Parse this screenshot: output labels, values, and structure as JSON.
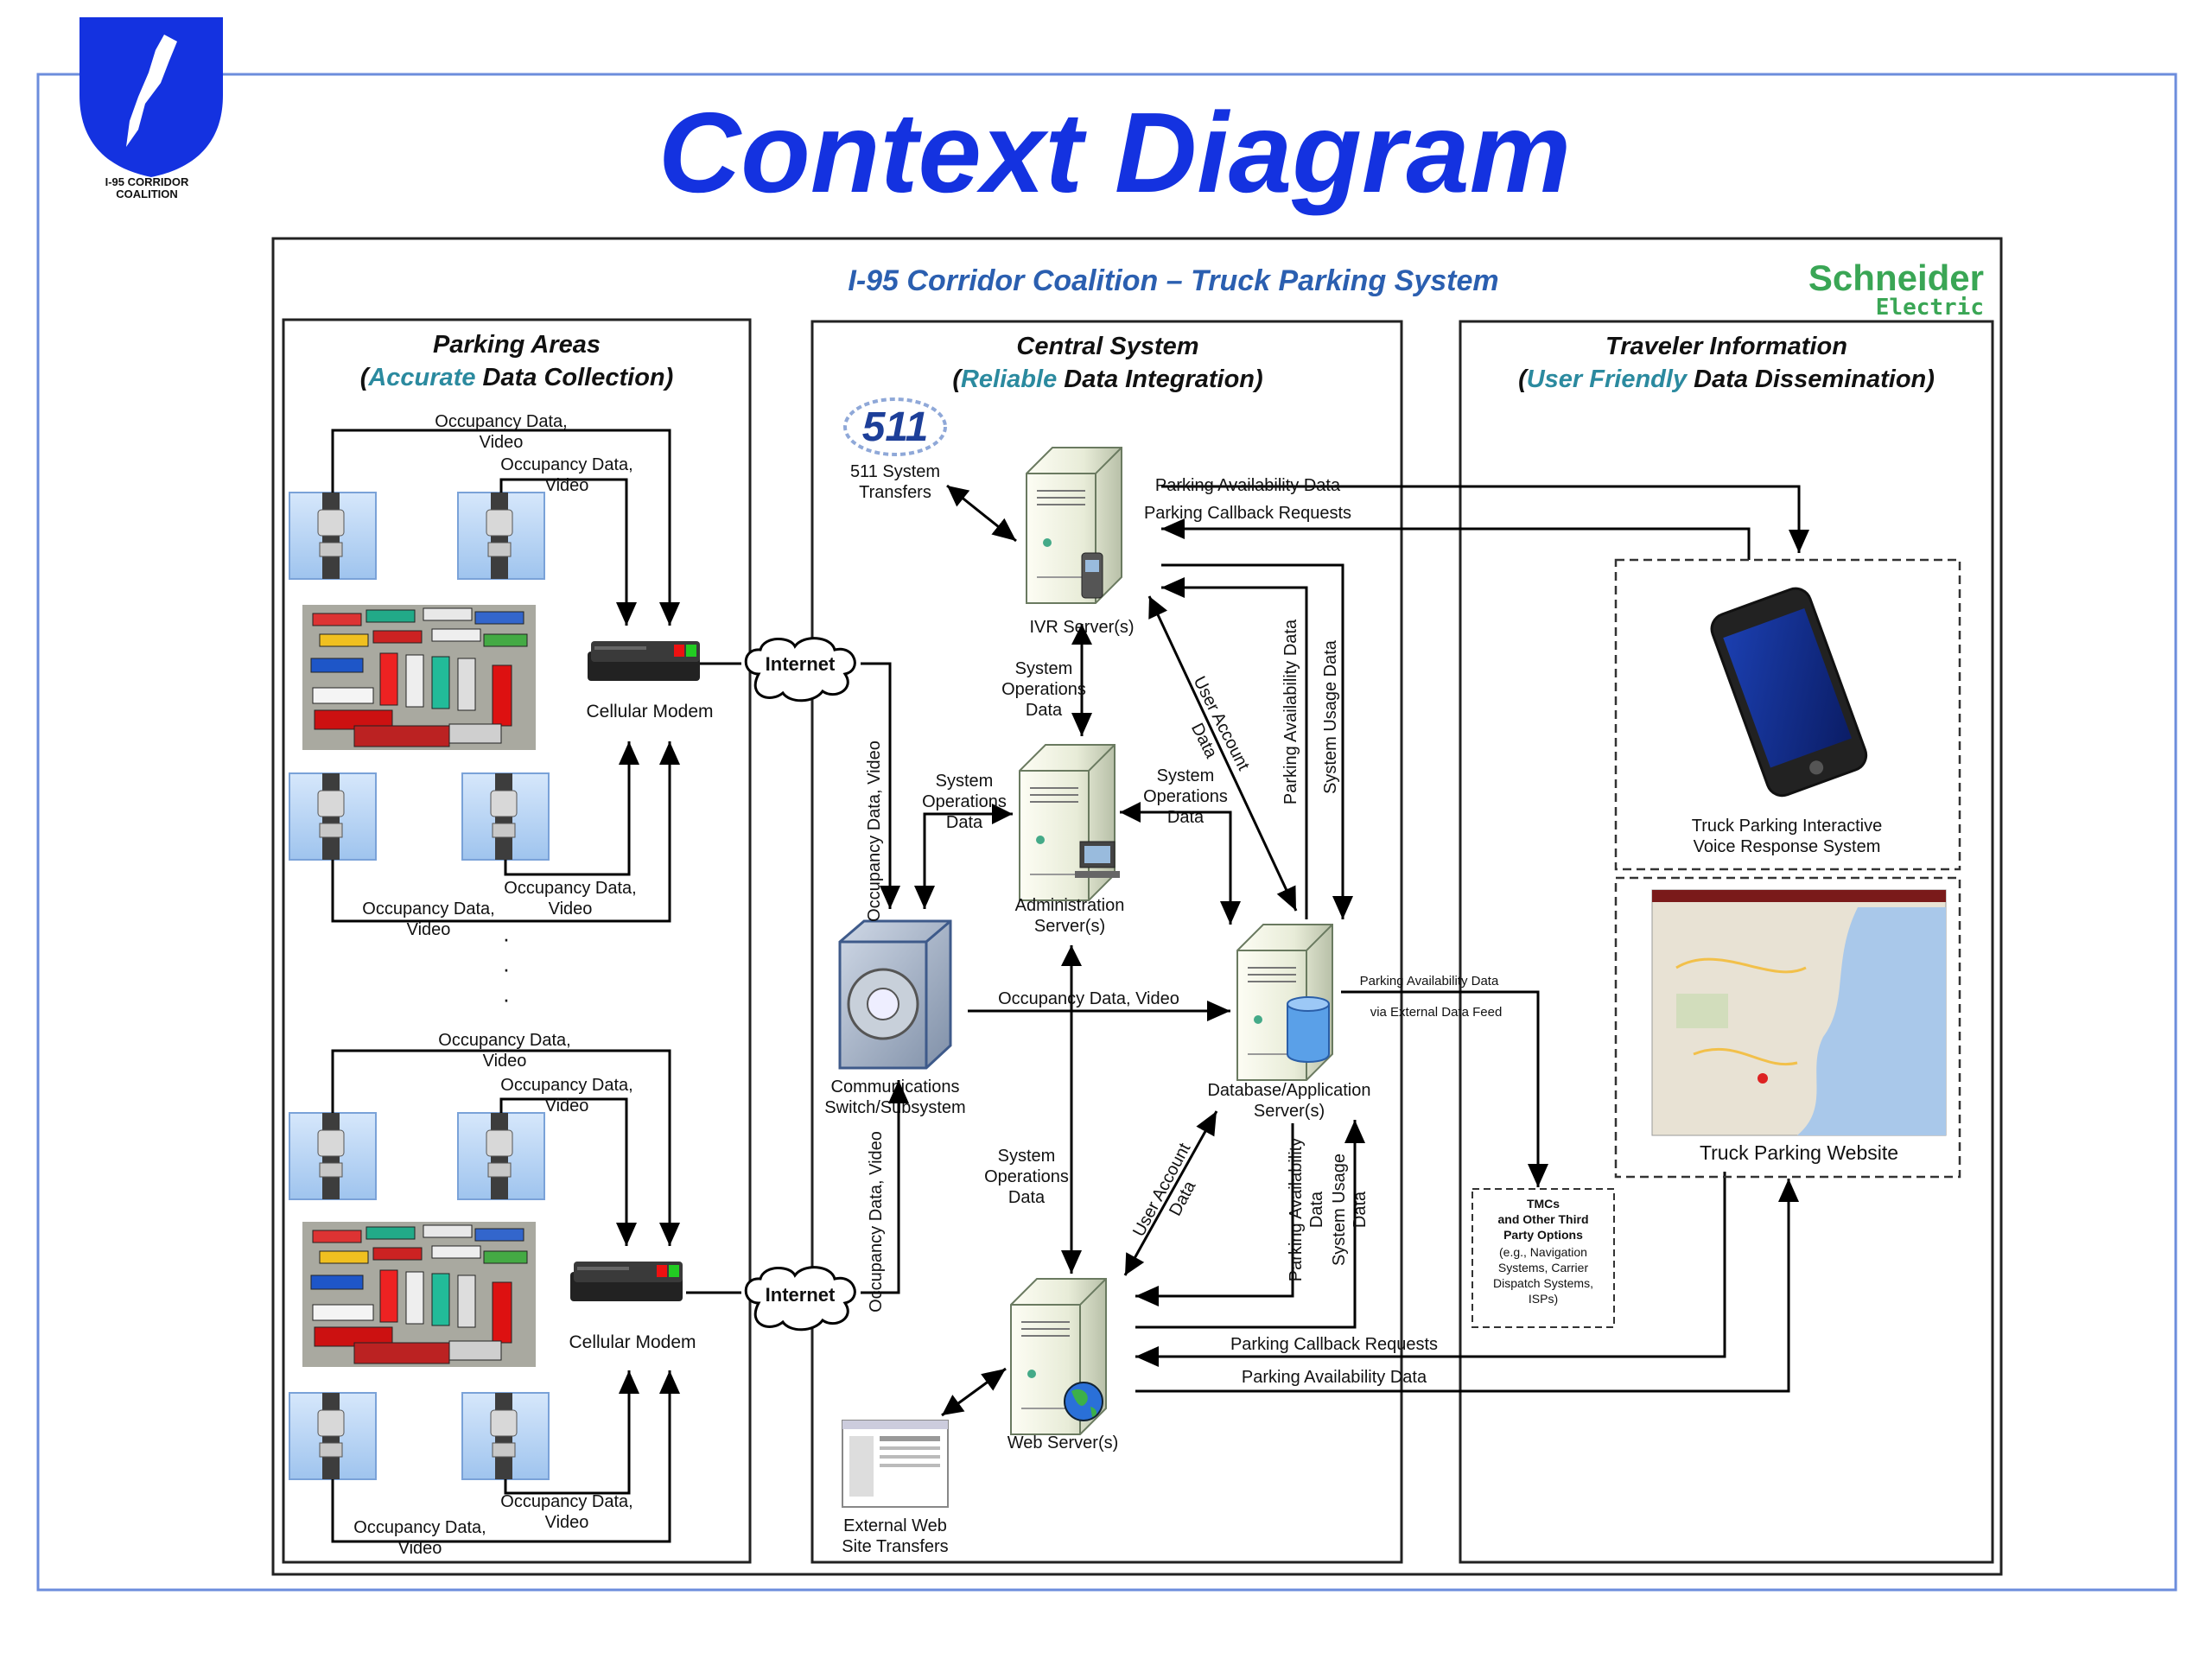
{
  "slide_title": "Context Diagram",
  "logo_text": [
    "I-95 CORRIDOR",
    "COALITION"
  ],
  "system_title": "I-95 Corridor Coalition – Truck Parking System",
  "brand": {
    "line1": "Schneider",
    "line2": "Electric"
  },
  "colors": {
    "accent": "#1432e0",
    "border_blue": "#6c8ddc",
    "brand_green": "#3aa655",
    "highlight": "#2b8a9f"
  },
  "panels": {
    "parking": {
      "title": "Parking Areas",
      "sub_prefix": "(",
      "sub_highlight": "Accurate",
      "sub_rest": " Data Collection)"
    },
    "central": {
      "title": "Central System",
      "sub_prefix": "(",
      "sub_highlight": "Reliable",
      "sub_rest": " Data Integration)"
    },
    "traveler": {
      "title": "Traveler Information",
      "sub_prefix": "(",
      "sub_highlight": "User Friendly",
      "sub_rest": " Data Dissemination)"
    }
  },
  "labels": {
    "occ_top_a": [
      "Occupancy Data,",
      "Video"
    ],
    "occ_top_b": [
      "Occupancy Data,",
      "Video"
    ],
    "occ_mid_a": [
      "Occupancy Data,",
      "Video"
    ],
    "occ_mid_b": [
      "Occupancy Data,",
      "Video"
    ],
    "occ_bot_a": [
      "Occupancy Data,",
      "Video"
    ],
    "occ_bot_b": [
      "Occupancy Data,",
      "Video"
    ],
    "occ_last_a": [
      "Occupancy Data,",
      "Video"
    ],
    "occ_last_b": [
      "Occupancy Data,",
      "Video"
    ],
    "modem": "Cellular Modem",
    "internet": "Internet",
    "ivr_server": "IVR Server(s)",
    "sys_ops_ivr": [
      "System",
      "Operations",
      "Data"
    ],
    "sys_ops_admin": [
      "System",
      "Operations",
      "Data"
    ],
    "sys_ops_db": [
      "System",
      "Operations",
      "Data"
    ],
    "sys_ops_web": [
      "System",
      "Operations",
      "Data"
    ],
    "admin_server": [
      "Administration",
      "Server(s)"
    ],
    "comm_switch": [
      "Communications",
      "Switch/Subsystem"
    ],
    "db_server": [
      "Database/Application",
      "Server(s)"
    ],
    "web_server": "Web Server(s)",
    "web_transfers": [
      "External Web",
      "Site Transfers"
    ],
    "transfers_511": [
      "511 System",
      "Transfers"
    ],
    "logo_511": "511",
    "occ_vert_top": "Occupancy Data, Video",
    "occ_vert_bottom": "Occupancy Data, Video",
    "occ_horizontal": "Occupancy Data, Video",
    "park_avail": "Parking Availability Data",
    "park_callback": "Parking Callback Requests",
    "user_account": [
      "User Account",
      "Data"
    ],
    "park_avail_vert": "Parking Availability Data",
    "sys_usage_vert": "System Usage Data",
    "park_avail_vert2": [
      "Parking Availability",
      "Data"
    ],
    "sys_usage_vert2": [
      "System Usage",
      "Data"
    ],
    "user_account2": [
      "User Account",
      "Data"
    ],
    "feed_1": "Parking Availability Data",
    "feed_2": "via External Data Feed",
    "tmc": [
      "TMCs",
      "and Other Third",
      "Party Options",
      "(e.g., Navigation",
      "Systems, Carrier",
      "Dispatch Systems,",
      "ISPs)"
    ],
    "ivr_system": [
      "Truck Parking Interactive",
      "Voice Response System"
    ],
    "website": "Truck Parking Website",
    "park_callback_bottom": "Parking Callback Requests",
    "park_avail_bottom": "Parking Availability Data",
    "ellipsis": [
      "·",
      "·",
      "·"
    ]
  },
  "icons": [
    "shield-logo-icon",
    "camera-icon",
    "parking-lot-icon",
    "cellular-modem-icon",
    "internet-cloud-icon",
    "server-icon",
    "phone-icon",
    "switch-icon",
    "database-icon",
    "globe-icon",
    "smartphone-icon",
    "map-icon",
    "webpage-icon"
  ]
}
